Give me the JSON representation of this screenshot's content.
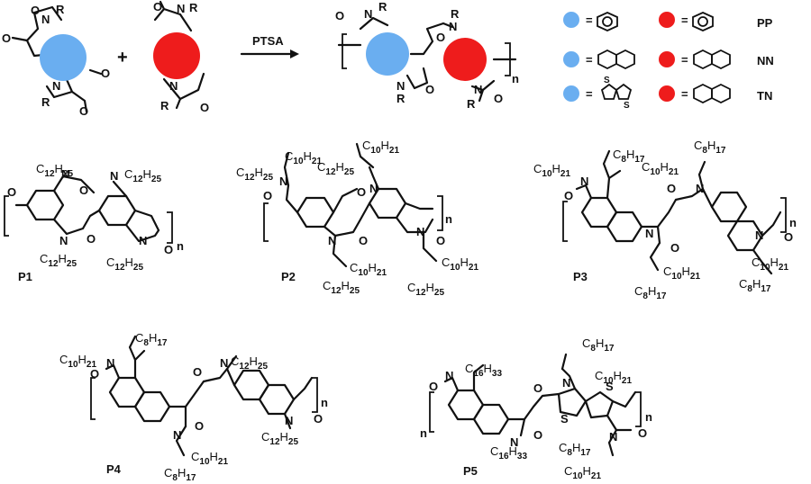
{
  "reaction": {
    "plus": "+",
    "arrow_label": "PTSA",
    "r_label": "R",
    "n_label": "n"
  },
  "legend": {
    "equals": "=",
    "rows": [
      {
        "code": "PP",
        "blue_core": "benzene",
        "red_core": "benzene"
      },
      {
        "code": "NN",
        "blue_core": "naphthalene",
        "red_core": "naphthalene"
      },
      {
        "code": "TN",
        "blue_core": "thienothiophene",
        "red_core": "naphthalene"
      }
    ]
  },
  "colors": {
    "blue_circle": "#6aaef0",
    "red_circle": "#ee1c1c"
  },
  "atoms": {
    "O": "O",
    "N": "N",
    "S": "S"
  },
  "polymers": [
    {
      "id": "P1",
      "label": "P1",
      "chains": [
        {
          "main": "C",
          "sub": "12",
          "main2": "H",
          "sub2": "25"
        }
      ]
    },
    {
      "id": "P2",
      "label": "P2",
      "chains": [
        {
          "main": "C",
          "sub": "10",
          "main2": "H",
          "sub2": "21"
        },
        {
          "main": "C",
          "sub": "12",
          "main2": "H",
          "sub2": "25"
        }
      ]
    },
    {
      "id": "P3",
      "label": "P3",
      "chains": [
        {
          "main": "C",
          "sub": "8",
          "main2": "H",
          "sub2": "17"
        },
        {
          "main": "C",
          "sub": "10",
          "main2": "H",
          "sub2": "21"
        }
      ]
    },
    {
      "id": "P4",
      "label": "P4",
      "chains": [
        {
          "main": "C",
          "sub": "8",
          "main2": "H",
          "sub2": "17"
        },
        {
          "main": "C",
          "sub": "10",
          "main2": "H",
          "sub2": "21"
        },
        {
          "main": "C",
          "sub": "12",
          "main2": "H",
          "sub2": "25"
        }
      ]
    },
    {
      "id": "P5",
      "label": "P5",
      "chains": [
        {
          "main": "C",
          "sub": "16",
          "main2": "H",
          "sub2": "33"
        },
        {
          "main": "C",
          "sub": "8",
          "main2": "H",
          "sub2": "17"
        },
        {
          "main": "C",
          "sub": "10",
          "main2": "H",
          "sub2": "21"
        }
      ]
    }
  ]
}
